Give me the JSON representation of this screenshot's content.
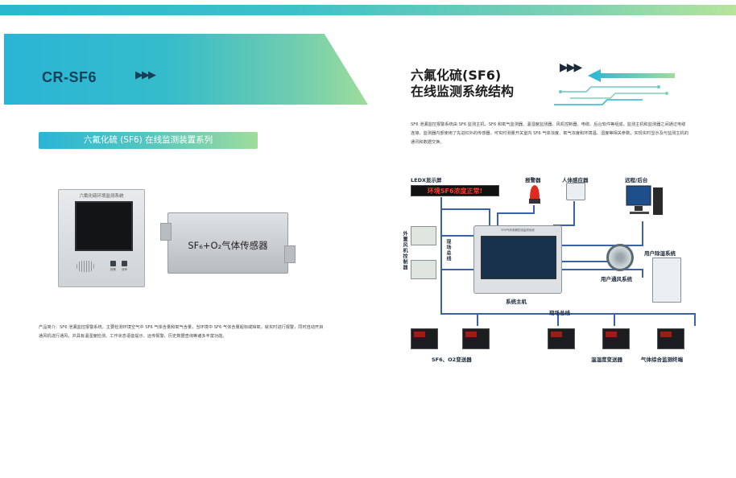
{
  "header": {
    "model": "CR-SF6",
    "arrows": "▶▶▶"
  },
  "left": {
    "series_title": "六氟化硫 (SF6) 在线监测装置系列",
    "panel_label": "六氟化硫环境监测系统",
    "sensor_label": "SF₆+O₂气体传感器",
    "panel_button_labels": [
      "报警",
      "消声"
    ],
    "description": "产品简介：SF6 泄漏监控报警系统，主要检测环境空气中 SF6 气体含量和氧气含量，当环境中 SF6 气体含量超标或缺氧，就实时进行报警，同时自动开启通风机进行通风，并具有温湿度检测、工作状态语音提示、远传报警、历史数据查询等诸多丰富功能。"
  },
  "right": {
    "heading_line1": "六氟化硫(SF6)",
    "heading_line2": "在线监测系统结构",
    "arrows": "▶▶▶",
    "intro": "SF6 泄漏监控报警系统由 SF6 监测主机、SF6 和氧气监测器、温湿度监测器、风机控制器、电缆、后台软件等组成。监测主机和监测器之间通过电缆连接，监测器内部使用了先进红外的传感器，可实时测量开关室内 SF6 气体浓度、氧气浓度和环境温、湿度等相关参数，实现实时显示及与监测主机的通讯和数据交换。"
  },
  "diagram": {
    "led_label": "LEDX显示屏",
    "led_text": "环境SF6浓度正常!",
    "alarm_label": "报警器",
    "body_sensor_label": "人体感应器",
    "remote_label": "远程/后台",
    "dehumidifier_label": "用户除湿系统",
    "ventilation_label": "用户通风系统",
    "host_label": "系统主机",
    "host_screen_title": "SF6气体泄漏在线监测系统",
    "field_bus_label": "现场总线",
    "field_bus_vertical": "现场总线",
    "fan_controller_label": "外置风机控制器",
    "sf6_o2_label": "SF6、O2变送器",
    "temp_hum_label": "温湿度变送器",
    "terminal_label": "气体综合监测终端"
  },
  "colors": {
    "accent_teal": "#2ab5d6",
    "accent_green": "#9fdc9c",
    "wire_blue": "#3a62a8",
    "led_red": "#ff3a2a"
  }
}
